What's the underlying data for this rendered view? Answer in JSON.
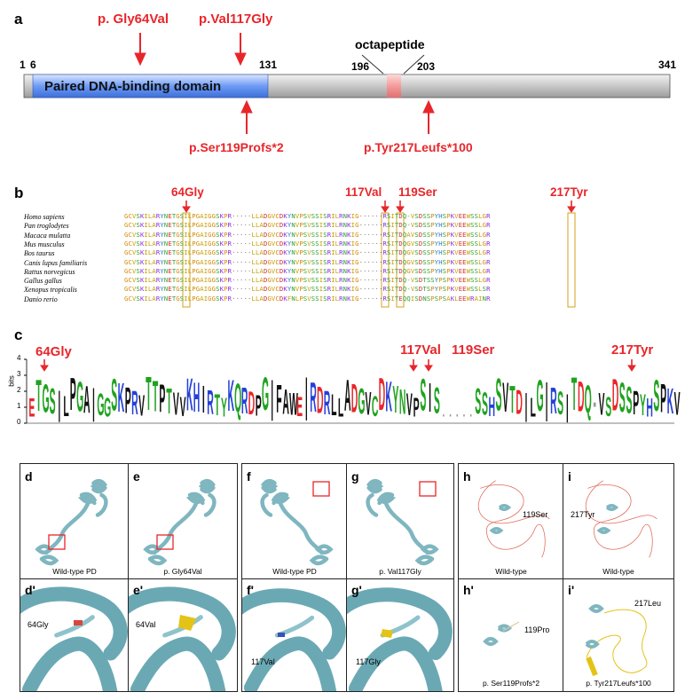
{
  "panel_a": {
    "label": "a",
    "domain_label": "Paired DNA-binding domain",
    "octapeptide_label": "octapeptide",
    "positions": [
      "1",
      "6",
      "131",
      "196",
      "203",
      "341"
    ],
    "mutations_top": [
      "p. Gly64Val",
      "p.Val117Gly"
    ],
    "mutations_bottom": [
      "p.Ser119Profs*2",
      "p.Tyr217Leufs*100"
    ],
    "colors": {
      "domain": "#5b8ef0",
      "octapeptide": "#f4a6a6",
      "protein_bar": "#c9c9c9",
      "mutation": "#e8262a"
    }
  },
  "panel_b": {
    "label": "b",
    "markers": [
      "64Gly",
      "117Val",
      "119Ser",
      "217Tyr"
    ],
    "species": [
      "Homo sapiens",
      "Pan troglodytes",
      "Macaca mulatta",
      "Mus musculus",
      "Bos taurus",
      "Canis lupus familiaris",
      "Rattus norvegicus",
      "Gallus gallus",
      "Xenopus tropicalis",
      "Danio rerio"
    ],
    "sequences": [
      "GCVSKILARYNETGSILPGAIGGSKPR·····LLADGVCDKYNVPSVSSISRILRNKIG······RSITDQ-VSDSSPYHSPKVEEWSSLGR",
      "GCVSKILARYNETGSILPGAIGGSKPR·····LLADGVCDKYNVPSVSSISRILRNKIG······RSITDQ-VSDSSPYHSPKVEEWSSLGR",
      "GCVSKILARYNETGSILPGAIGGSKPR·····LLADGVCDKYNVPSVSSISRILRNKIG······RSITDQAVSDSSPYHSPKVEEWSSLGR",
      "GCVSKILARYNETGSILPGAIGGSKPR·····LLADGVCDKYNVPSVSSISRILRNKIG······RSITDQGVSDSSPYHSPKVEEWSSLGR",
      "GCVSKILARYNETGSILPGAIGGSKPR·····LLADGVCDKYNVPSVSSISRILRNKIG······RSITDQGVSDSSPYHSPKVEEWSSLGR",
      "GCVSKILARYNETGSILPGAIGGSKPR·····LLADGVCDKYNVPSVSSISRILRNKIG······RSITDQGVSDSSPYHSPKVEEWSSLGR",
      "GCVSKILARYNETGSILPGAIGGSKPR·····LLADGVCDKYNVPSVSSISRILRNKIG······RSITDQGVSDSSPYHSPKVEEWSSLGR",
      "GCVSKILARYNETGSILPGAIGGSKPR·····LLADGVCDKYNVPSVSSISRILRNKIG······RSITDQ-VSDTSSYPSPKVEEWSSLGR",
      "GCVSKILARYNETGSILPGAIGGSKPR·····LLADGVCDKYNVPSVSSISRILRNKIG······RSITDQ-VSDTSPYPSPKVEEWSSLSR",
      "GCVSKILARYNETGSILPGAIGGSKPR·····LLADGVCDKFNLPSVSSISRILRNKIG······RSITEQQISDNSPSPSAKLEEWRAINR"
    ]
  },
  "panel_c": {
    "label": "c",
    "yaxis_label": "bits",
    "yticks": [
      "0",
      "1",
      "2",
      "3",
      "4"
    ],
    "markers": [
      "64Gly",
      "117Val",
      "119Ser",
      "217Tyr"
    ],
    "logo_segment_1": "ETGS|LPGA|GGSKPRVTTPTVVKHIRTYKQRDPG|FAWE|RDRLLADGVCDKYNVPSIS",
    "logo_segment_2": "SSHSVTD|LG|RS|TDQ-VSDSSPYHSPKV"
  },
  "panels_structure": [
    {
      "label": "d",
      "caption": "Wild-type PD"
    },
    {
      "label": "e",
      "caption": "p. Gly64Val"
    },
    {
      "label": "f",
      "caption": "Wild-type PD"
    },
    {
      "label": "g",
      "caption": "p. Val117Gly"
    },
    {
      "label": "h",
      "caption": "Wild-type",
      "annotation": "119Ser"
    },
    {
      "label": "i",
      "caption": "Wild-type",
      "annotation": "217Tyr"
    },
    {
      "label": "d'",
      "annotation": "64Gly"
    },
    {
      "label": "e'",
      "annotation": "64Val"
    },
    {
      "label": "f'",
      "annotation": "117Val"
    },
    {
      "label": "g'",
      "annotation": "117Gly"
    },
    {
      "label": "h'",
      "caption": "p. Ser119Profs*2",
      "annotation": "119Pro"
    },
    {
      "label": "i'",
      "caption": "p. Tyr217Leufs*100",
      "annotation": "217Leu"
    }
  ]
}
